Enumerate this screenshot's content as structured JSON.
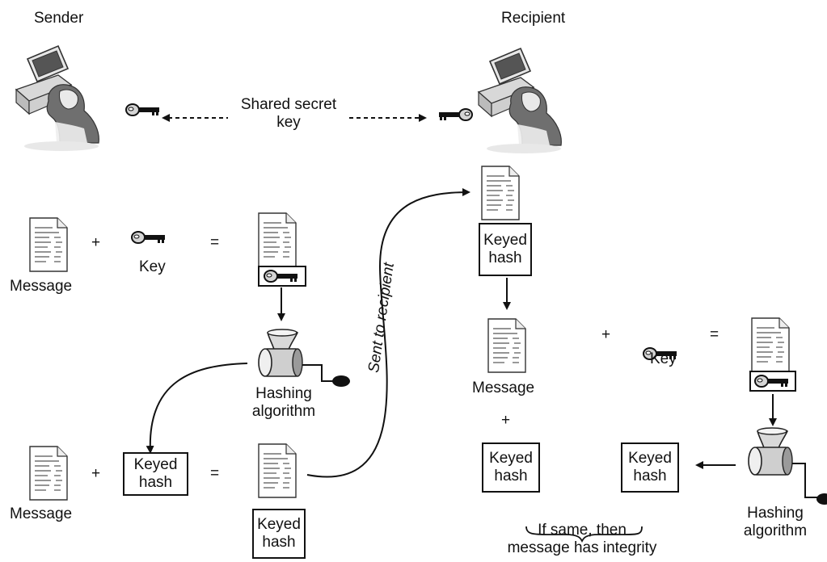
{
  "roles": {
    "sender": "Sender",
    "recipient": "Recipient"
  },
  "shared_key": {
    "line1": "Shared secret",
    "line2": "key"
  },
  "symbols": {
    "plus": "+",
    "equals": "="
  },
  "labels": {
    "message": "Message",
    "key": "Key",
    "hashing_line1": "Hashing",
    "hashing_line2": "algorithm",
    "sent_to_recipient": "Sent to recipient",
    "keyed_line1": "Keyed",
    "keyed_line2": "hash",
    "result_line1": "If same, then",
    "result_line2": "message has integrity"
  },
  "icons": {
    "document": "document-icon",
    "key": "key-icon",
    "hash_machine": "hashing-machine-icon",
    "user": "user-at-computer-icon"
  }
}
